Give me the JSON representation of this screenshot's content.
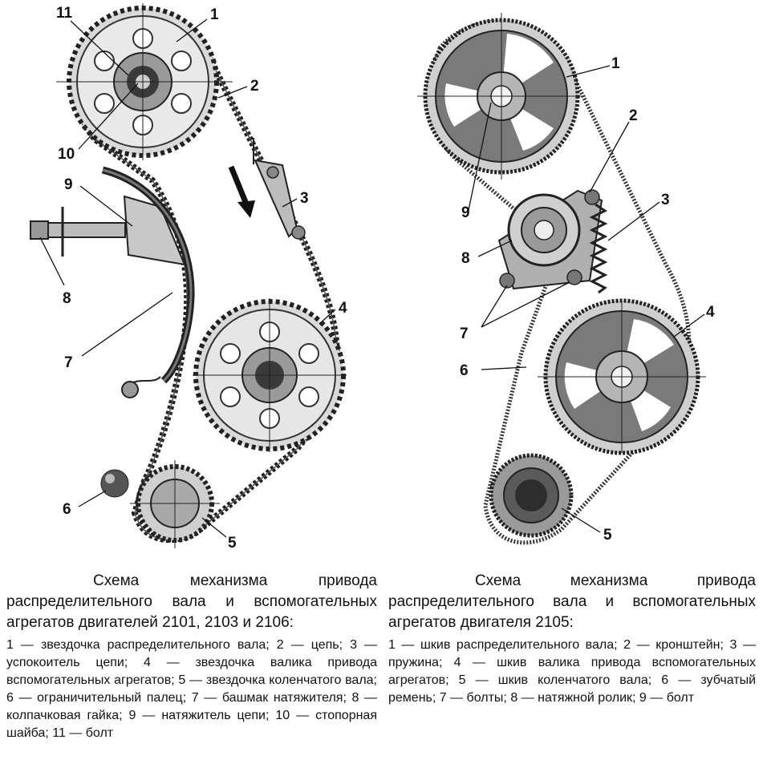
{
  "left_figure": {
    "callouts": [
      "1",
      "2",
      "3",
      "4",
      "5",
      "6",
      "7",
      "8",
      "9",
      "10",
      "11"
    ]
  },
  "right_figure": {
    "callouts": [
      "1",
      "2",
      "3",
      "4",
      "5",
      "6",
      "7",
      "8",
      "9"
    ]
  },
  "captions": {
    "left": {
      "title": "Схема механизма привода распределительного вала и вспомогательных агрегатов двигателей 2101, 2103 и 2106:",
      "legend": "1 — звездочка распределительного вала; 2 — цепь; 3 — успокоитель цепи; 4 — звездочка валика привода вспомогательных агрегатов; 5 — звездочка коленчатого вала; 6 — ограничительный палец; 7 — башмак натяжителя; 8 — колпачковая гайка; 9 — натяжитель цепи; 10 — стопорная шайба; 11 — болт"
    },
    "right": {
      "title": "Схема механизма привода распределительного вала и вспомогательных агрегатов двигателя 2105:",
      "legend": "1 — шкив распределительного вала; 2 — кронштейн; 3 — пружина; 4 — шкив валика привода вспомогательных агрегатов; 5 — шкив коленчатого вала; 6 — зубчатый ремень; 7 — болты; 8 — натяжной ролик; 9 — болт"
    }
  }
}
